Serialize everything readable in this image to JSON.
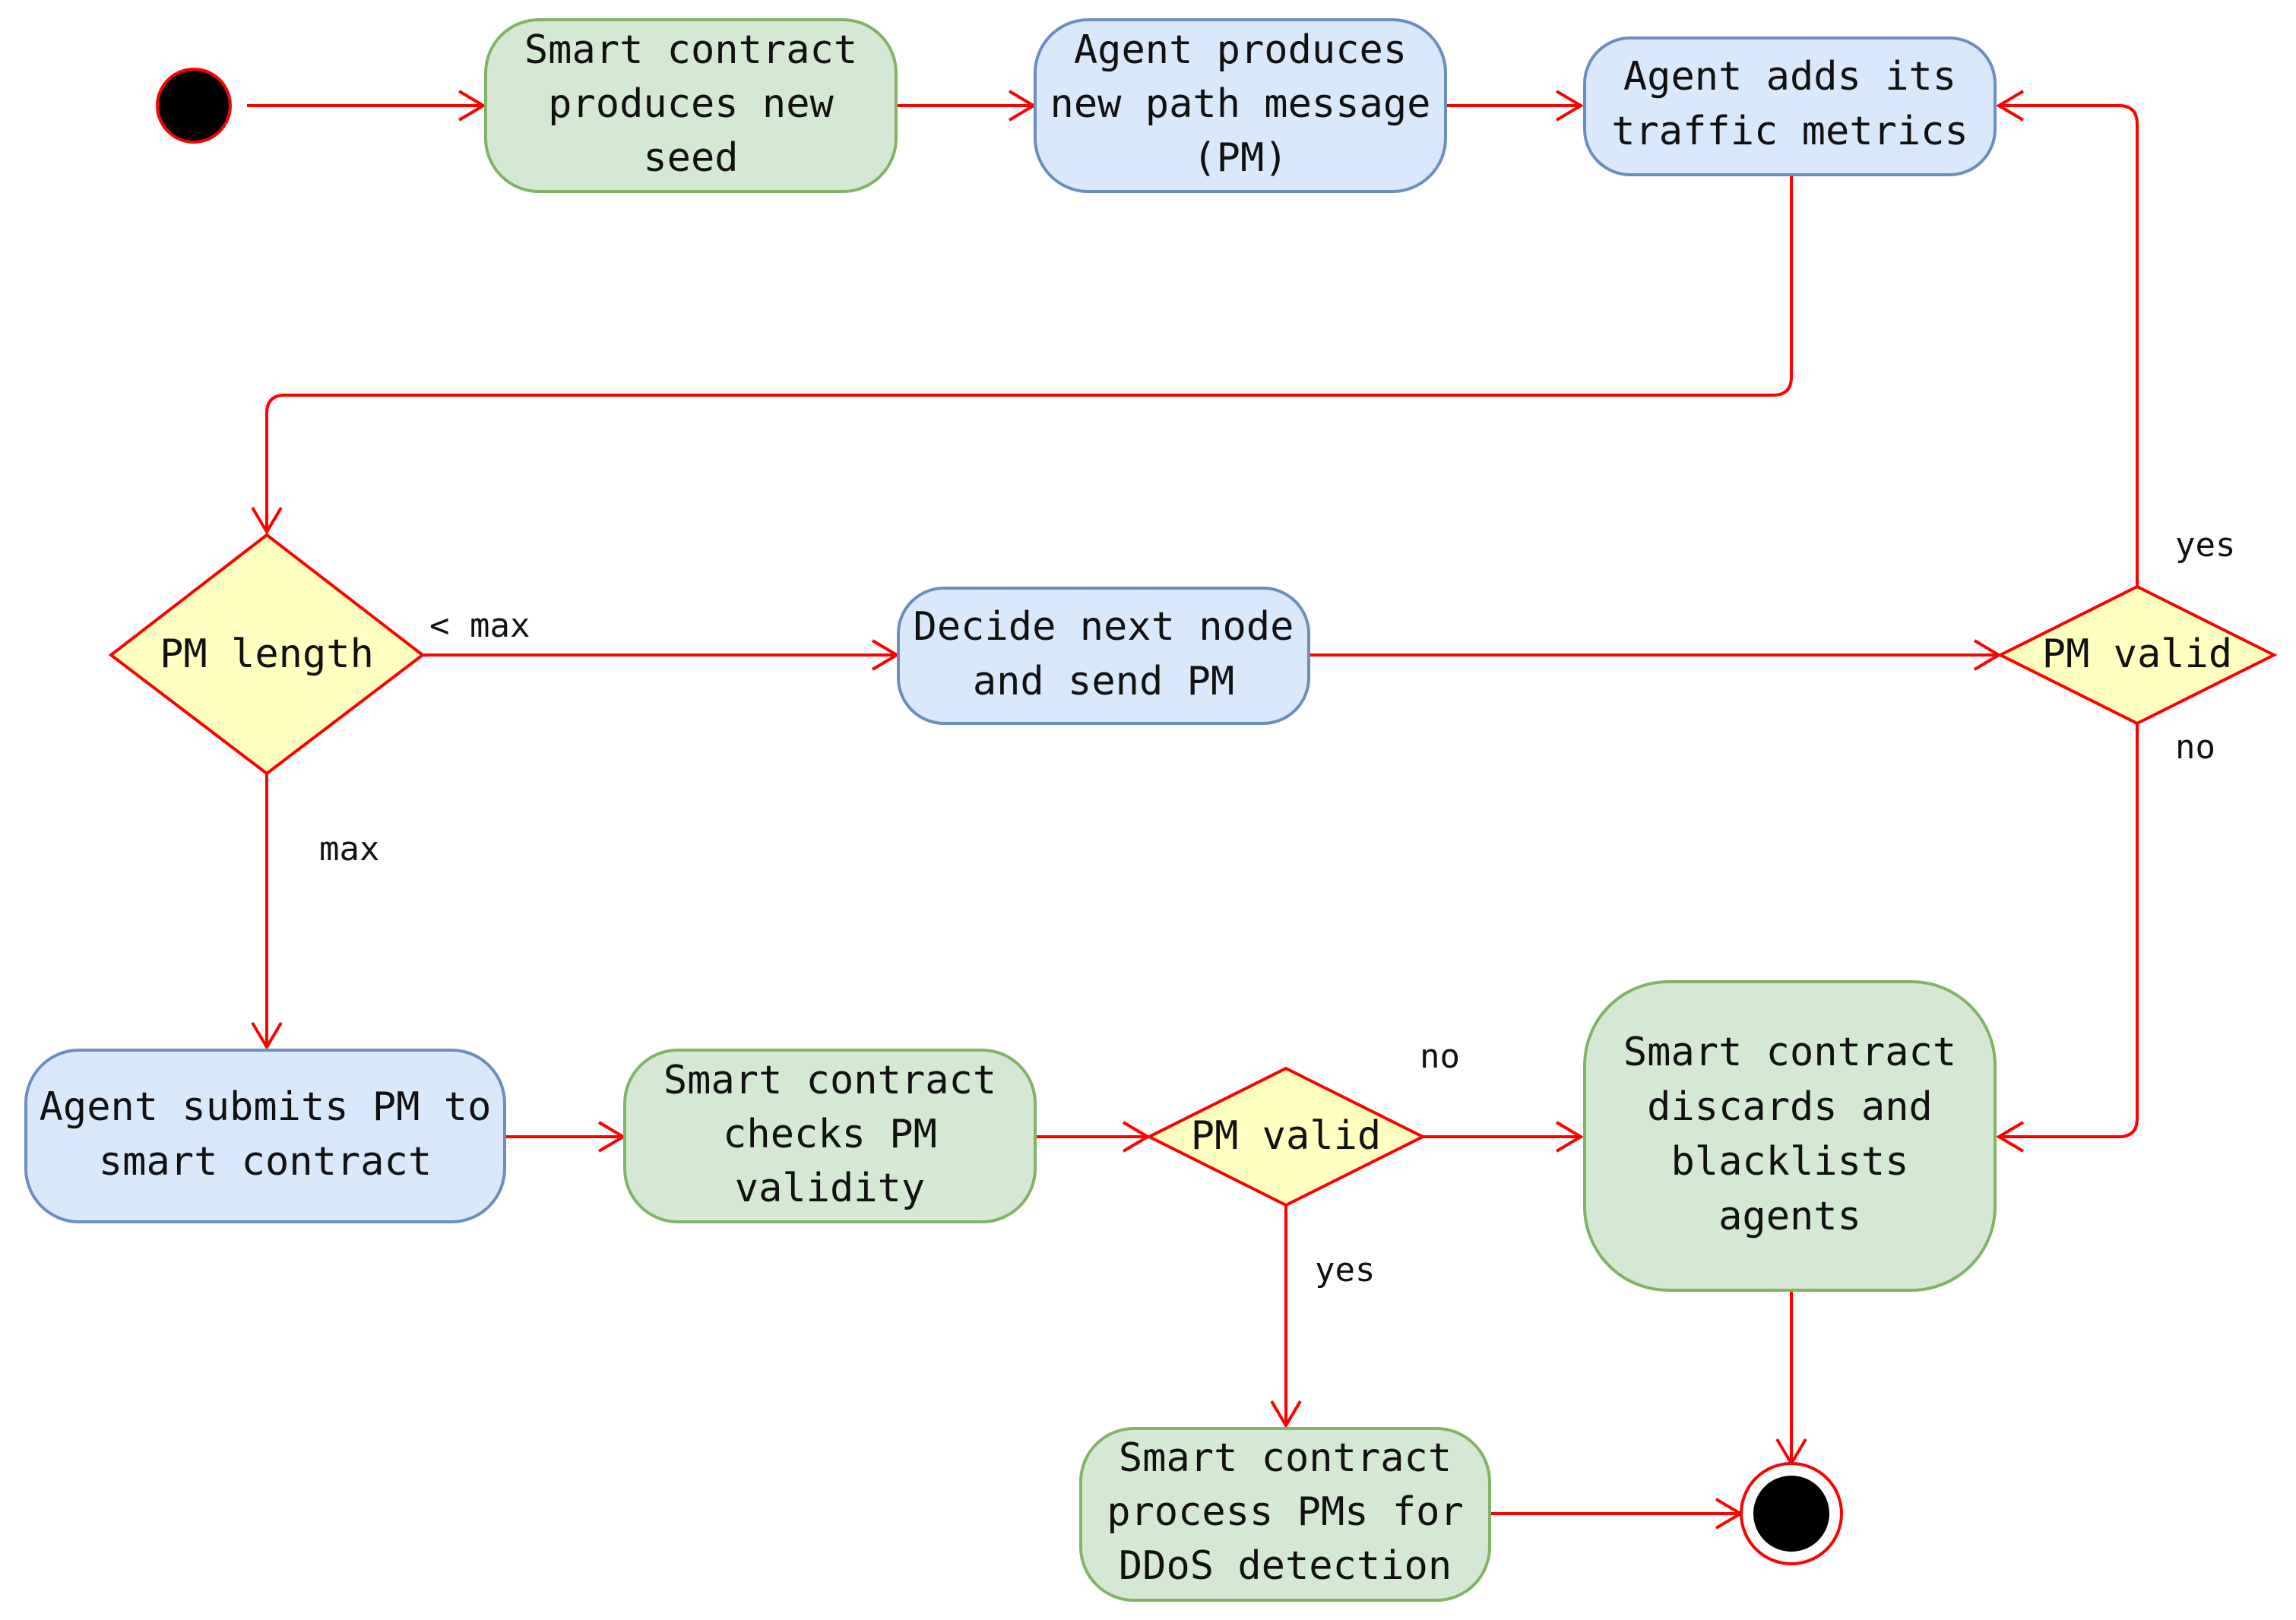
{
  "colors": {
    "edge": "#ff0000",
    "action_blue_fill": "#dae8fc",
    "action_blue_stroke": "#6c8ebf",
    "action_green_fill": "#d5e8d4",
    "action_green_stroke": "#82b366",
    "decision_fill": "#ffffc0",
    "decision_stroke": "#ff0000",
    "terminal_fill": "#000000"
  },
  "nodes": {
    "seed": {
      "lines": [
        "Smart contract",
        "produces new",
        "seed"
      ]
    },
    "new_pm": {
      "lines": [
        "Agent produces",
        "new path message",
        "(PM)"
      ]
    },
    "add_metrics": {
      "lines": [
        "Agent adds its",
        "traffic metrics"
      ]
    },
    "pm_length": {
      "lines": [
        "PM length"
      ]
    },
    "decide_next": {
      "lines": [
        "Decide next node",
        "and send PM"
      ]
    },
    "pm_valid_right": {
      "lines": [
        "PM valid"
      ]
    },
    "submit_pm": {
      "lines": [
        "Agent submits PM to",
        "smart contract"
      ]
    },
    "check_validity": {
      "lines": [
        "Smart contract",
        "checks PM",
        "validity"
      ]
    },
    "pm_valid_bottom": {
      "lines": [
        "PM valid"
      ]
    },
    "discard": {
      "lines": [
        "Smart contract",
        "discards and",
        "blacklists",
        "agents"
      ]
    },
    "process": {
      "lines": [
        "Smart contract",
        "process PMs for",
        "DDoS detection"
      ]
    }
  },
  "edge_labels": {
    "lt_max": "< max",
    "max": "max",
    "yes_right": "yes",
    "no_right": "no",
    "no_bottom": "no",
    "yes_bottom": "yes"
  }
}
